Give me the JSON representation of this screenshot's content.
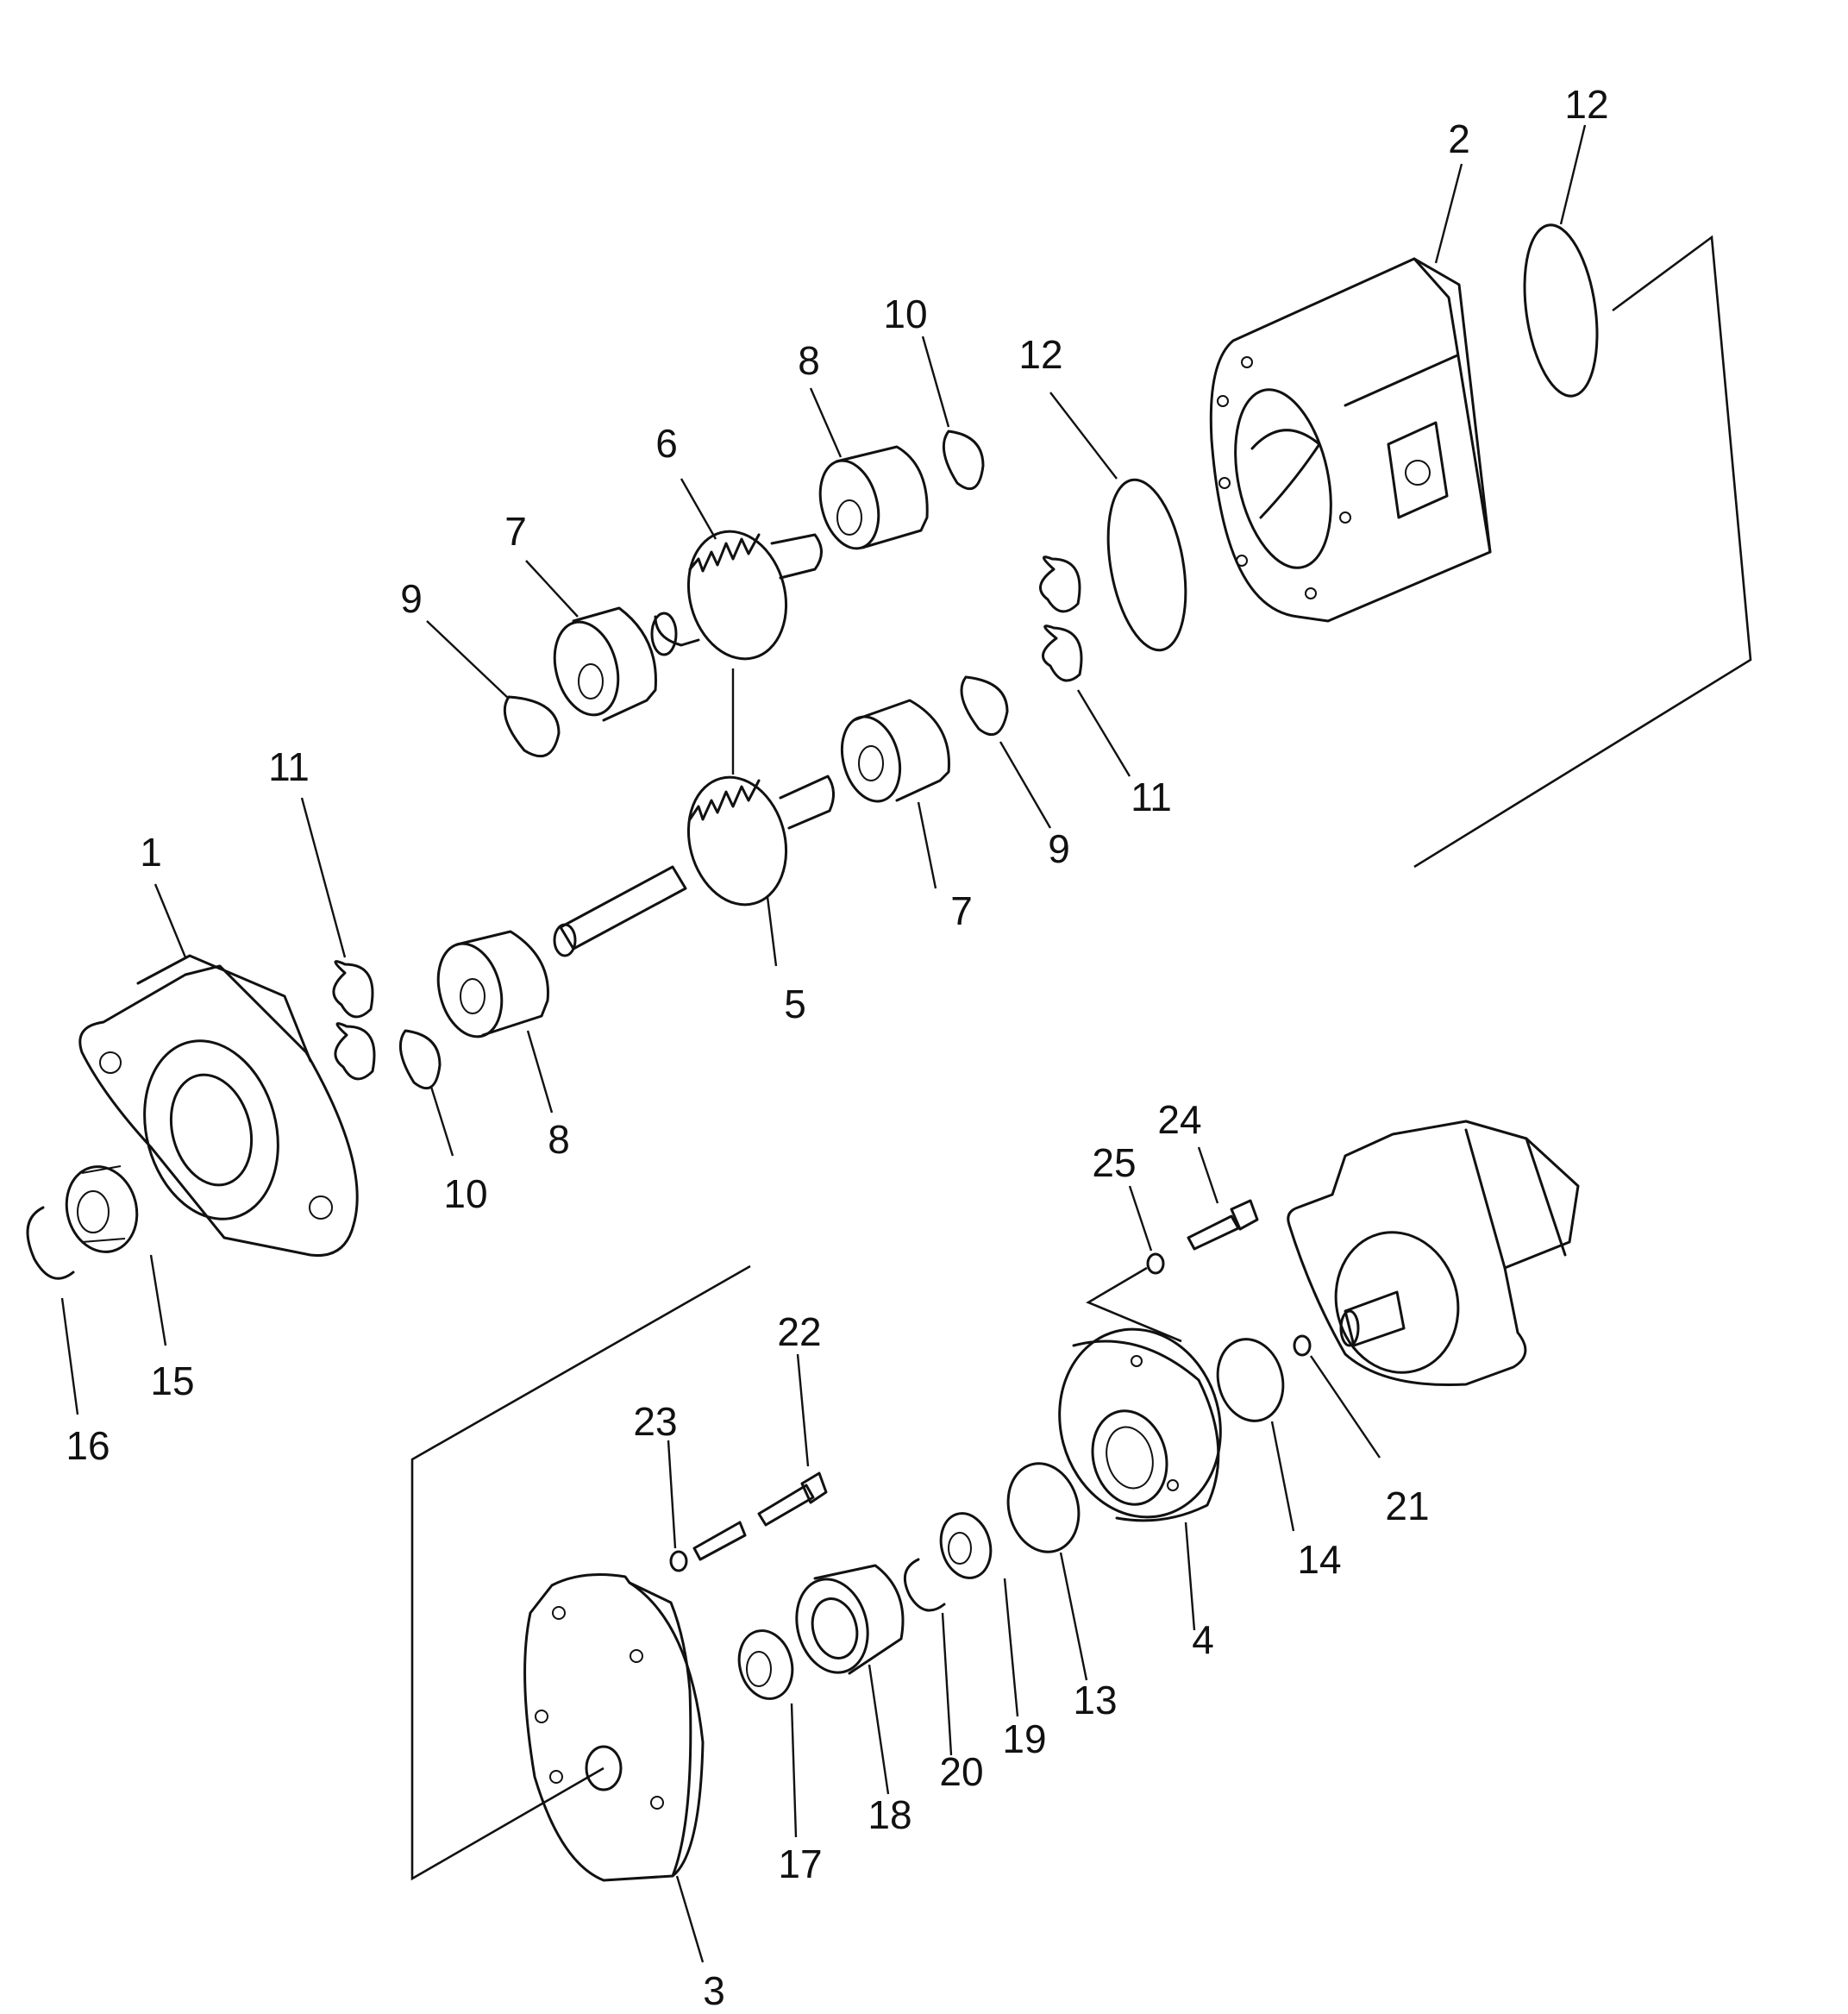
{
  "callouts": {
    "c1": "1",
    "c2": "2",
    "c3": "3",
    "c4": "4",
    "c5": "5",
    "c6": "6",
    "c7a": "7",
    "c7b": "7",
    "c8a": "8",
    "c8b": "8",
    "c9a": "9",
    "c9b": "9",
    "c10a": "10",
    "c10b": "10",
    "c11a": "11",
    "c11b": "11",
    "c12a": "12",
    "c12b": "12",
    "c13": "13",
    "c14": "14",
    "c15": "15",
    "c16": "16",
    "c17": "17",
    "c18": "18",
    "c19": "19",
    "c20": "20",
    "c21": "21",
    "c22": "22",
    "c23": "23",
    "c24": "24",
    "c25": "25"
  }
}
